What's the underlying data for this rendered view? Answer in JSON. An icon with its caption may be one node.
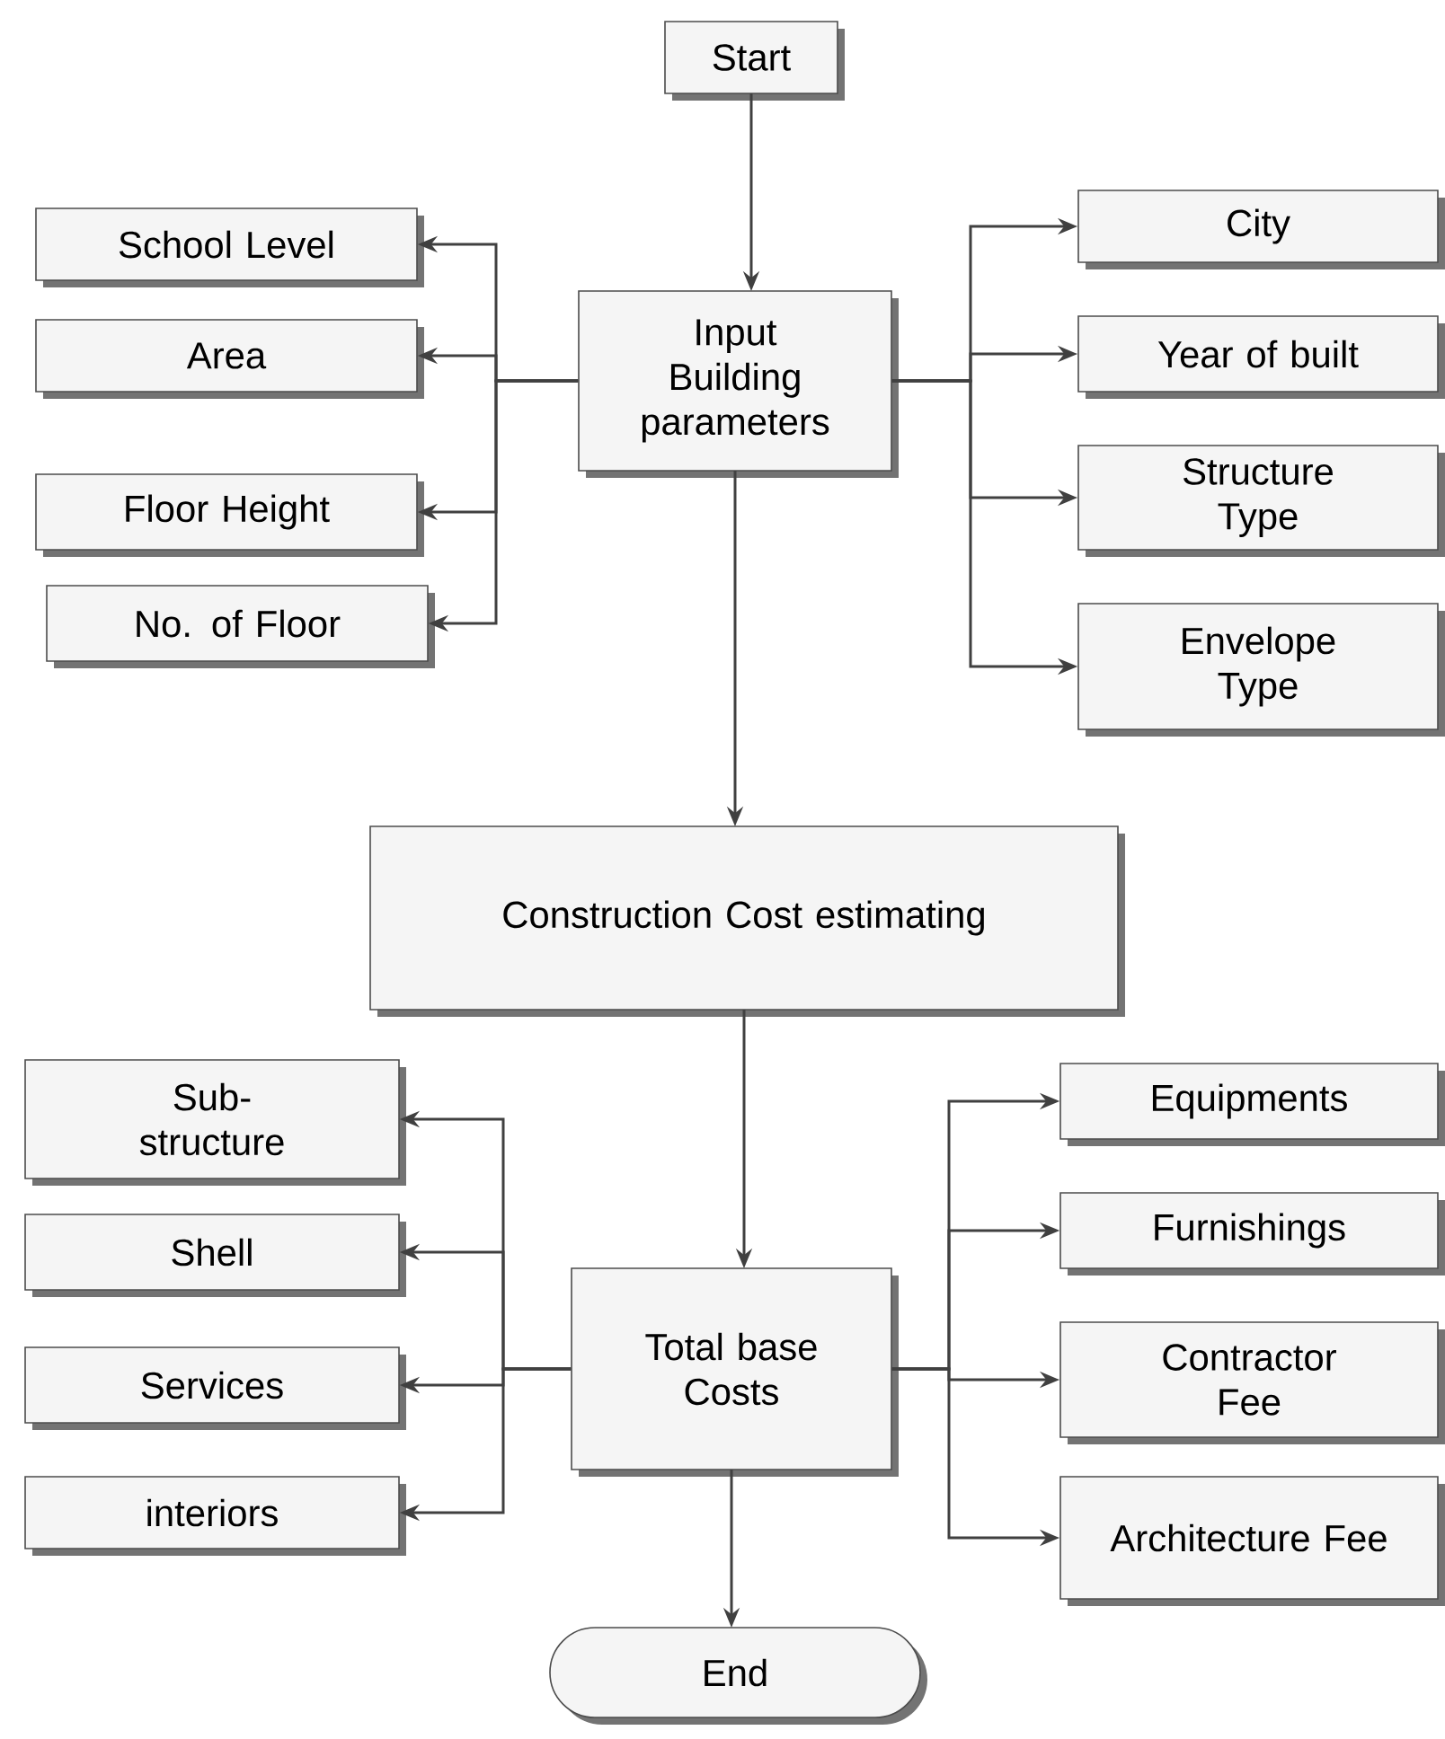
{
  "diagram": {
    "nodes": [
      {
        "text": [
          "Start"
        ]
      },
      {
        "text": [
          "School Level"
        ]
      },
      {
        "text": [
          "Area"
        ]
      },
      {
        "text": [
          "Floor Height"
        ]
      },
      {
        "text": [
          "No. of Floor"
        ]
      },
      {
        "text": [
          "Input Building parameters"
        ]
      },
      {
        "text": [
          "City"
        ]
      },
      {
        "text": [
          "Year of built"
        ]
      },
      {
        "text": [
          "Structure Type"
        ]
      },
      {
        "text": [
          "Envelope Type"
        ]
      },
      {
        "text": [
          "Construction Cost estimating"
        ]
      },
      {
        "text": [
          "Sub- structure"
        ]
      },
      {
        "text": [
          "Shell"
        ]
      },
      {
        "text": [
          "Services"
        ]
      },
      {
        "text": [
          "interiors"
        ]
      },
      {
        "text": [
          "Total base Costs"
        ]
      },
      {
        "text": [
          "Equipments"
        ]
      },
      {
        "text": [
          "Furnishings"
        ]
      },
      {
        "text": [
          "Contractor Fee"
        ]
      },
      {
        "text": [
          "Architecture Fee"
        ]
      },
      {
        "text": [
          "End"
        ]
      }
    ],
    "edges": [
      {
        "from": 0,
        "to": 5,
        "arrow": "to"
      },
      {
        "from": 5,
        "to": 1,
        "arrow": "to"
      },
      {
        "from": 5,
        "to": 2,
        "arrow": "to"
      },
      {
        "from": 5,
        "to": 3,
        "arrow": "to"
      },
      {
        "from": 5,
        "to": 4,
        "arrow": "to"
      },
      {
        "from": 5,
        "to": 6,
        "arrow": "to"
      },
      {
        "from": 5,
        "to": 7,
        "arrow": "to"
      },
      {
        "from": 5,
        "to": 8,
        "arrow": "to"
      },
      {
        "from": 5,
        "to": 9,
        "arrow": "to"
      },
      {
        "from": 5,
        "to": 10,
        "arrow": "to"
      },
      {
        "from": 10,
        "to": 15,
        "arrow": "to"
      },
      {
        "from": 15,
        "to": 11,
        "arrow": "to"
      },
      {
        "from": 15,
        "to": 12,
        "arrow": "to"
      },
      {
        "from": 15,
        "to": 13,
        "arrow": "to"
      },
      {
        "from": 15,
        "to": 14,
        "arrow": "to"
      },
      {
        "from": 15,
        "to": 16,
        "arrow": "to"
      },
      {
        "from": 15,
        "to": 17,
        "arrow": "to"
      },
      {
        "from": 15,
        "to": 18,
        "arrow": "to"
      },
      {
        "from": 15,
        "to": 19,
        "arrow": "to"
      },
      {
        "from": 15,
        "to": 20,
        "arrow": "to"
      }
    ]
  }
}
